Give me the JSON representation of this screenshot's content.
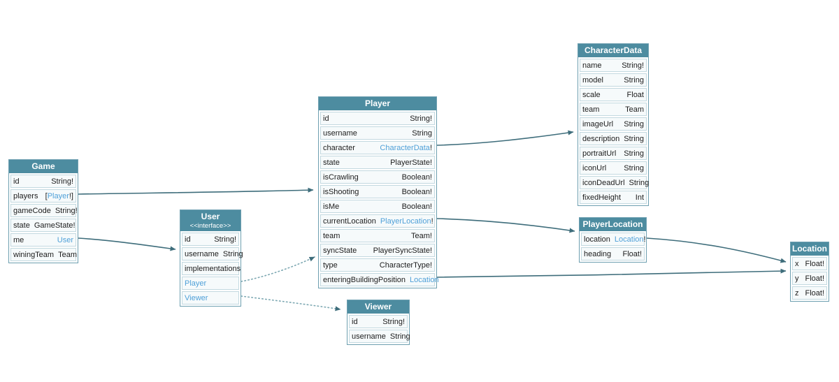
{
  "diagram": {
    "colors": {
      "header_bg": "#4d8ca0",
      "link_text": "#4fa0d8",
      "arrow": "#3e6d7b",
      "row_bg": "#f6fafb",
      "row_border": "#c3d9e0",
      "table_border": "#6d9fb0"
    },
    "tables": [
      {
        "id": "Game",
        "title": "Game",
        "subtitle": "",
        "fields": [
          {
            "name": "id",
            "name_link": false,
            "type": [
              {
                "text": "String!",
                "link": false
              }
            ]
          },
          {
            "name": "players",
            "name_link": false,
            "type": [
              {
                "text": "[",
                "link": false
              },
              {
                "text": "Player",
                "link": true
              },
              {
                "text": "!]",
                "link": false
              }
            ]
          },
          {
            "name": "gameCode",
            "name_link": false,
            "type": [
              {
                "text": "String!",
                "link": false
              }
            ]
          },
          {
            "name": "state",
            "name_link": false,
            "type": [
              {
                "text": "GameState!",
                "link": false
              }
            ]
          },
          {
            "name": "me",
            "name_link": false,
            "type": [
              {
                "text": "User",
                "link": true
              }
            ]
          },
          {
            "name": "winingTeam",
            "name_link": false,
            "type": [
              {
                "text": "Team",
                "link": false
              }
            ]
          }
        ]
      },
      {
        "id": "User",
        "title": "User",
        "subtitle": "<<interface>>",
        "fields": [
          {
            "name": "id",
            "name_link": false,
            "type": [
              {
                "text": "String!",
                "link": false
              }
            ]
          },
          {
            "name": "username",
            "name_link": false,
            "type": [
              {
                "text": "String",
                "link": false
              }
            ]
          },
          {
            "name": "implementations",
            "name_link": false,
            "type": []
          },
          {
            "name": "Player",
            "name_link": true,
            "type": []
          },
          {
            "name": "Viewer",
            "name_link": true,
            "type": []
          }
        ]
      },
      {
        "id": "Player",
        "title": "Player",
        "subtitle": "",
        "fields": [
          {
            "name": "id",
            "name_link": false,
            "type": [
              {
                "text": "String!",
                "link": false
              }
            ]
          },
          {
            "name": "username",
            "name_link": false,
            "type": [
              {
                "text": "String",
                "link": false
              }
            ]
          },
          {
            "name": "character",
            "name_link": false,
            "type": [
              {
                "text": "CharacterData",
                "link": true
              },
              {
                "text": "!",
                "link": false
              }
            ]
          },
          {
            "name": "state",
            "name_link": false,
            "type": [
              {
                "text": "PlayerState!",
                "link": false
              }
            ]
          },
          {
            "name": "isCrawling",
            "name_link": false,
            "type": [
              {
                "text": "Boolean!",
                "link": false
              }
            ]
          },
          {
            "name": "isShooting",
            "name_link": false,
            "type": [
              {
                "text": "Boolean!",
                "link": false
              }
            ]
          },
          {
            "name": "isMe",
            "name_link": false,
            "type": [
              {
                "text": "Boolean!",
                "link": false
              }
            ]
          },
          {
            "name": "currentLocation",
            "name_link": false,
            "type": [
              {
                "text": "PlayerLocation",
                "link": true
              },
              {
                "text": "!",
                "link": false
              }
            ]
          },
          {
            "name": "team",
            "name_link": false,
            "type": [
              {
                "text": "Team!",
                "link": false
              }
            ]
          },
          {
            "name": "syncState",
            "name_link": false,
            "type": [
              {
                "text": "PlayerSyncState!",
                "link": false
              }
            ]
          },
          {
            "name": "type",
            "name_link": false,
            "type": [
              {
                "text": "CharacterType!",
                "link": false
              }
            ]
          },
          {
            "name": "enteringBuildingPosition",
            "name_link": false,
            "type": [
              {
                "text": "Location",
                "link": true
              }
            ]
          }
        ]
      },
      {
        "id": "Viewer",
        "title": "Viewer",
        "subtitle": "",
        "fields": [
          {
            "name": "id",
            "name_link": false,
            "type": [
              {
                "text": "String!",
                "link": false
              }
            ]
          },
          {
            "name": "username",
            "name_link": false,
            "type": [
              {
                "text": "String",
                "link": false
              }
            ]
          }
        ]
      },
      {
        "id": "CharacterData",
        "title": "CharacterData",
        "subtitle": "",
        "fields": [
          {
            "name": "name",
            "name_link": false,
            "type": [
              {
                "text": "String!",
                "link": false
              }
            ]
          },
          {
            "name": "model",
            "name_link": false,
            "type": [
              {
                "text": "String",
                "link": false
              }
            ]
          },
          {
            "name": "scale",
            "name_link": false,
            "type": [
              {
                "text": "Float",
                "link": false
              }
            ]
          },
          {
            "name": "team",
            "name_link": false,
            "type": [
              {
                "text": "Team",
                "link": false
              }
            ]
          },
          {
            "name": "imageUrl",
            "name_link": false,
            "type": [
              {
                "text": "String",
                "link": false
              }
            ]
          },
          {
            "name": "description",
            "name_link": false,
            "type": [
              {
                "text": "String",
                "link": false
              }
            ]
          },
          {
            "name": "portraitUrl",
            "name_link": false,
            "type": [
              {
                "text": "String",
                "link": false
              }
            ]
          },
          {
            "name": "iconUrl",
            "name_link": false,
            "type": [
              {
                "text": "String",
                "link": false
              }
            ]
          },
          {
            "name": "iconDeadUrl",
            "name_link": false,
            "type": [
              {
                "text": "String",
                "link": false
              }
            ]
          },
          {
            "name": "fixedHeight",
            "name_link": false,
            "type": [
              {
                "text": "Int",
                "link": false
              }
            ]
          }
        ]
      },
      {
        "id": "PlayerLocation",
        "title": "PlayerLocation",
        "subtitle": "",
        "fields": [
          {
            "name": "location",
            "name_link": false,
            "type": [
              {
                "text": "Location",
                "link": true
              },
              {
                "text": "!",
                "link": false
              }
            ]
          },
          {
            "name": "heading",
            "name_link": false,
            "type": [
              {
                "text": "Float!",
                "link": false
              }
            ]
          }
        ]
      },
      {
        "id": "Location",
        "title": "Location",
        "subtitle": "",
        "fields": [
          {
            "name": "x",
            "name_link": false,
            "type": [
              {
                "text": "Float!",
                "link": false
              }
            ]
          },
          {
            "name": "y",
            "name_link": false,
            "type": [
              {
                "text": "Float!",
                "link": false
              }
            ]
          },
          {
            "name": "z",
            "name_link": false,
            "type": [
              {
                "text": "Float!",
                "link": false
              }
            ]
          }
        ]
      }
    ],
    "edges": [
      {
        "from": "Game.players",
        "to": "Player",
        "style": "solid"
      },
      {
        "from": "Game.me",
        "to": "User",
        "style": "solid"
      },
      {
        "from": "Player.character",
        "to": "CharacterData",
        "style": "solid"
      },
      {
        "from": "Player.currentLocation",
        "to": "PlayerLocation",
        "style": "solid"
      },
      {
        "from": "Player.enteringBuildingPosition",
        "to": "Location",
        "style": "solid"
      },
      {
        "from": "PlayerLocation.location",
        "to": "Location",
        "style": "solid"
      },
      {
        "from": "User.Player",
        "to": "Player",
        "style": "dotted"
      },
      {
        "from": "User.Viewer",
        "to": "Viewer",
        "style": "dotted"
      }
    ]
  }
}
